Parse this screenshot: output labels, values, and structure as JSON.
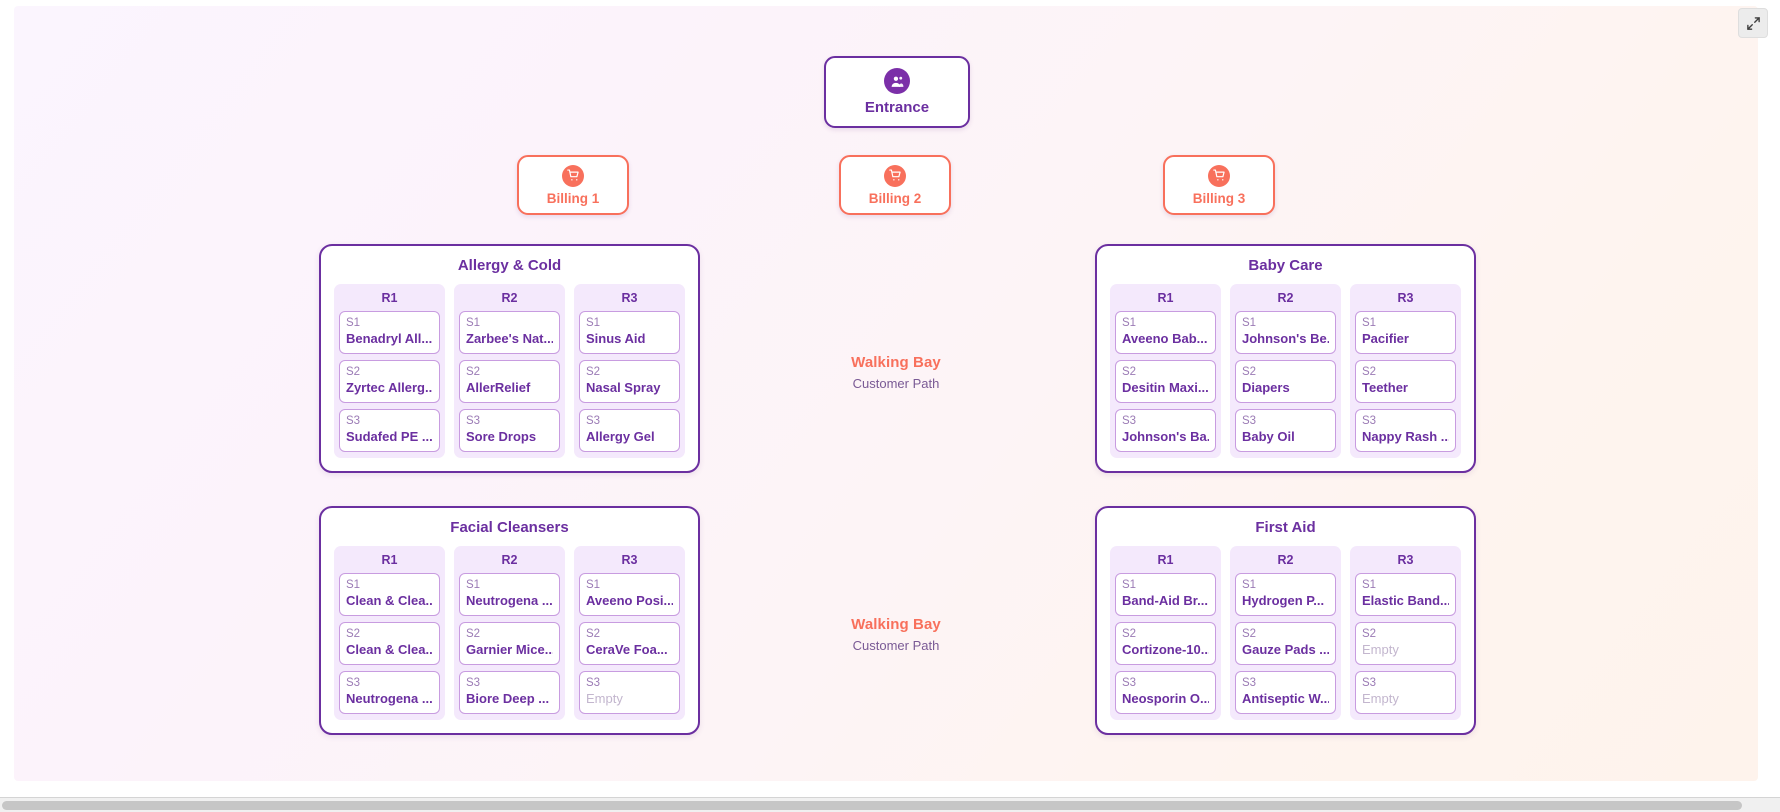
{
  "toolbar": {
    "expand_label": "expand-icon"
  },
  "canvas": {
    "entrance": {
      "label": "Entrance",
      "icon": "people-icon",
      "color": "#6b2fa0"
    },
    "billing_counters": [
      {
        "label": "Billing 1",
        "icon": "shopping-cart-icon",
        "color": "#f8705c"
      },
      {
        "label": "Billing 2",
        "icon": "shopping-cart-icon",
        "color": "#f8705c"
      },
      {
        "label": "Billing 3",
        "icon": "shopping-cart-icon",
        "color": "#f8705c"
      }
    ],
    "walking_bays": [
      {
        "title": "Walking Bay",
        "subtitle": "Customer Path"
      },
      {
        "title": "Walking Bay",
        "subtitle": "Customer Path"
      }
    ],
    "sections": [
      {
        "title": "Allergy & Cold",
        "racks": [
          {
            "label": "R1",
            "slots": [
              {
                "id": "S1",
                "name": "Benadryl All...",
                "empty": false
              },
              {
                "id": "S2",
                "name": "Zyrtec Allerg...",
                "empty": false
              },
              {
                "id": "S3",
                "name": "Sudafed PE ...",
                "empty": false
              }
            ]
          },
          {
            "label": "R2",
            "slots": [
              {
                "id": "S1",
                "name": "Zarbee's Nat...",
                "empty": false
              },
              {
                "id": "S2",
                "name": "AllerRelief",
                "empty": false
              },
              {
                "id": "S3",
                "name": "Sore Drops",
                "empty": false
              }
            ]
          },
          {
            "label": "R3",
            "slots": [
              {
                "id": "S1",
                "name": "Sinus Aid",
                "empty": false
              },
              {
                "id": "S2",
                "name": "Nasal Spray",
                "empty": false
              },
              {
                "id": "S3",
                "name": "Allergy Gel",
                "empty": false
              }
            ]
          }
        ]
      },
      {
        "title": "Facial Cleansers",
        "racks": [
          {
            "label": "R1",
            "slots": [
              {
                "id": "S1",
                "name": "Clean & Clea...",
                "empty": false
              },
              {
                "id": "S2",
                "name": "Clean & Clea...",
                "empty": false
              },
              {
                "id": "S3",
                "name": "Neutrogena ...",
                "empty": false
              }
            ]
          },
          {
            "label": "R2",
            "slots": [
              {
                "id": "S1",
                "name": "Neutrogena ...",
                "empty": false
              },
              {
                "id": "S2",
                "name": "Garnier Mice...",
                "empty": false
              },
              {
                "id": "S3",
                "name": "Biore Deep ...",
                "empty": false
              }
            ]
          },
          {
            "label": "R3",
            "slots": [
              {
                "id": "S1",
                "name": "Aveeno Posi...",
                "empty": false
              },
              {
                "id": "S2",
                "name": "CeraVe Foa...",
                "empty": false
              },
              {
                "id": "S3",
                "name": "Empty",
                "empty": true
              }
            ]
          }
        ]
      },
      {
        "title": "Baby Care",
        "racks": [
          {
            "label": "R1",
            "slots": [
              {
                "id": "S1",
                "name": "Aveeno Bab...",
                "empty": false
              },
              {
                "id": "S2",
                "name": "Desitin Maxi...",
                "empty": false
              },
              {
                "id": "S3",
                "name": "Johnson's Ba...",
                "empty": false
              }
            ]
          },
          {
            "label": "R2",
            "slots": [
              {
                "id": "S1",
                "name": "Johnson's Be...",
                "empty": false
              },
              {
                "id": "S2",
                "name": "Diapers",
                "empty": false
              },
              {
                "id": "S3",
                "name": "Baby Oil",
                "empty": false
              }
            ]
          },
          {
            "label": "R3",
            "slots": [
              {
                "id": "S1",
                "name": "Pacifier",
                "empty": false
              },
              {
                "id": "S2",
                "name": "Teether",
                "empty": false
              },
              {
                "id": "S3",
                "name": "Nappy Rash ...",
                "empty": false
              }
            ]
          }
        ]
      },
      {
        "title": "First Aid",
        "racks": [
          {
            "label": "R1",
            "slots": [
              {
                "id": "S1",
                "name": "Band-Aid Br...",
                "empty": false
              },
              {
                "id": "S2",
                "name": "Cortizone-10...",
                "empty": false
              },
              {
                "id": "S3",
                "name": "Neosporin O...",
                "empty": false
              }
            ]
          },
          {
            "label": "R2",
            "slots": [
              {
                "id": "S1",
                "name": "Hydrogen P...",
                "empty": false
              },
              {
                "id": "S2",
                "name": "Gauze Pads ...",
                "empty": false
              },
              {
                "id": "S3",
                "name": "Antiseptic W...",
                "empty": false
              }
            ]
          },
          {
            "label": "R3",
            "slots": [
              {
                "id": "S1",
                "name": "Elastic Band...",
                "empty": false
              },
              {
                "id": "S2",
                "name": "Empty",
                "empty": true
              },
              {
                "id": "S3",
                "name": "Empty",
                "empty": true
              }
            ]
          }
        ]
      }
    ]
  }
}
